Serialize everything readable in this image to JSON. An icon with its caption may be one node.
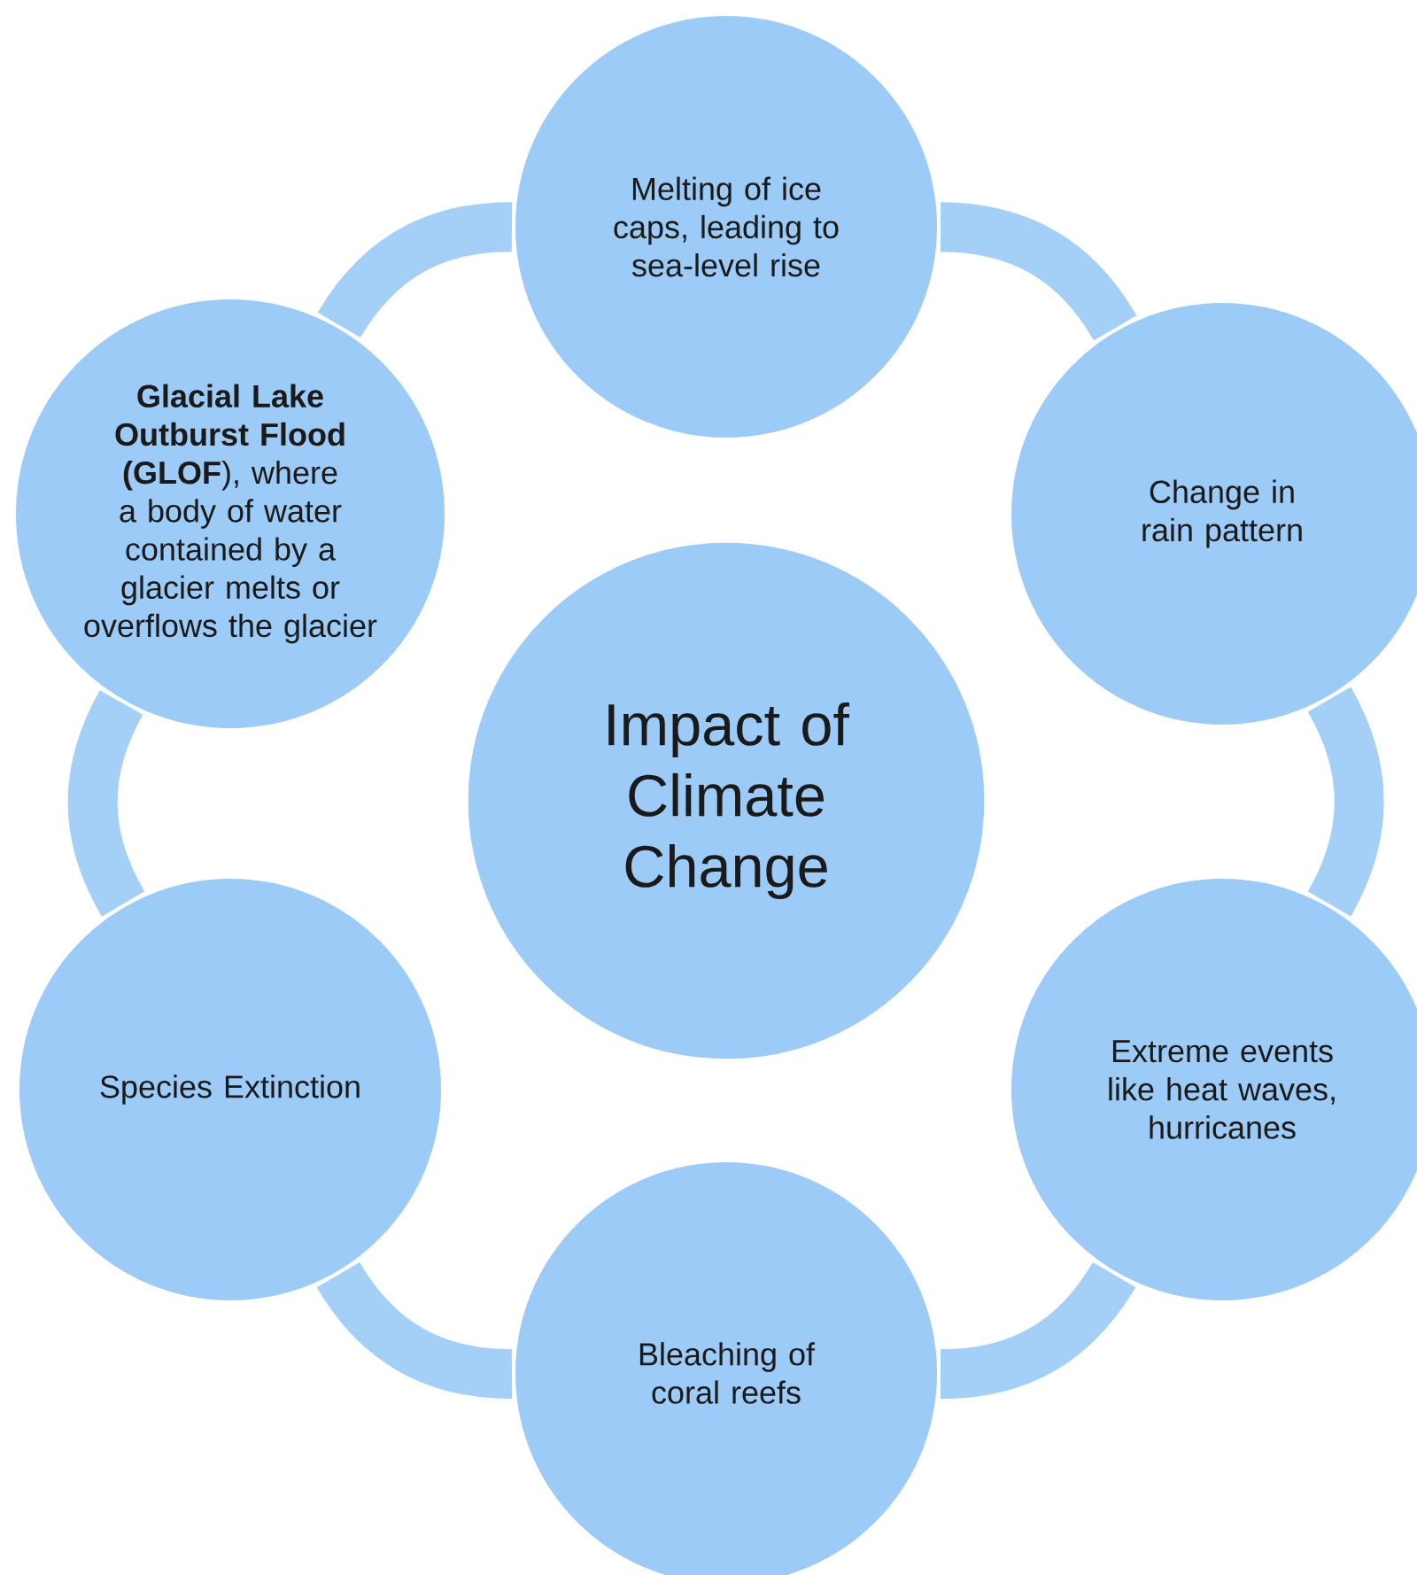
{
  "diagram": {
    "nodes": [
      {
        "text": [
          "Impact of Climate Change"
        ]
      },
      {
        "text": [
          "Melting of ice caps, leading to sea-level rise"
        ]
      },
      {
        "text": [
          "Change in rain pattern"
        ]
      },
      {
        "text": [
          "Extreme events like heat waves, hurricanes"
        ]
      },
      {
        "text": [
          "Bleaching of coral reefs"
        ]
      },
      {
        "text": [
          "Species Extinction"
        ]
      },
      {
        "text": [
          "**Glacial Lake Outburst Flood (GLOF**), where a body of water contained by a glacier melts or overflows the glacier"
        ]
      }
    ],
    "edges": [
      {
        "from": 1,
        "to": 2,
        "arrow": "none"
      },
      {
        "from": 2,
        "to": 3,
        "arrow": "none"
      },
      {
        "from": 3,
        "to": 4,
        "arrow": "none"
      },
      {
        "from": 4,
        "to": 5,
        "arrow": "none"
      },
      {
        "from": 5,
        "to": 6,
        "arrow": "none"
      },
      {
        "from": 6,
        "to": 1,
        "arrow": "none"
      }
    ]
  }
}
